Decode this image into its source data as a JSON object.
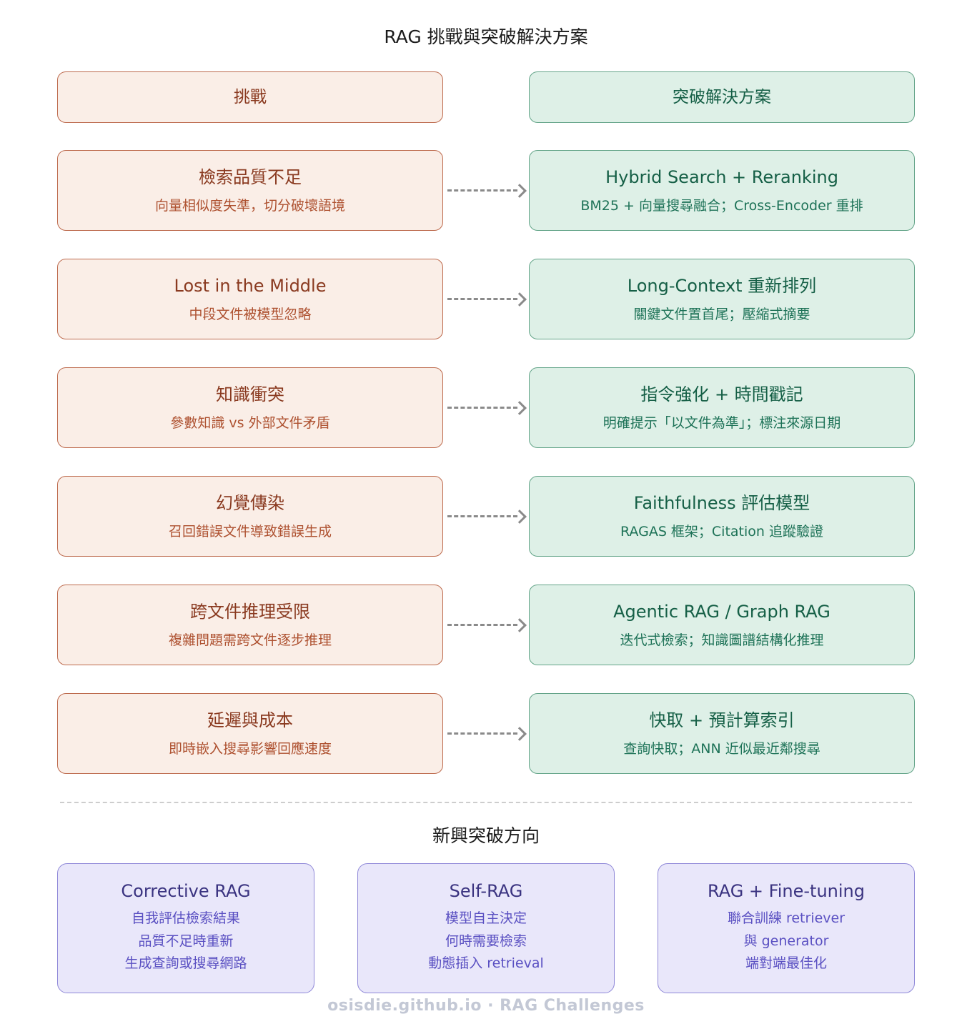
{
  "title": "RAG 挑戰與突破解決方案",
  "headers": {
    "challenge": "挑戰",
    "solution": "突破解決方案"
  },
  "rows": [
    {
      "challenge": {
        "title": "檢索品質不足",
        "subtitle": "向量相似度失準，切分破壞語境"
      },
      "solution": {
        "title": "Hybrid Search + Reranking",
        "subtitle": "BM25 + 向量搜尋融合；Cross-Encoder 重排"
      }
    },
    {
      "challenge": {
        "title": "Lost in the Middle",
        "subtitle": "中段文件被模型忽略"
      },
      "solution": {
        "title": "Long-Context 重新排列",
        "subtitle": "關鍵文件置首尾；壓縮式摘要"
      }
    },
    {
      "challenge": {
        "title": "知識衝突",
        "subtitle": "參數知識 vs 外部文件矛盾"
      },
      "solution": {
        "title": "指令強化 + 時間戳記",
        "subtitle": "明確提示「以文件為準」；標注來源日期"
      }
    },
    {
      "challenge": {
        "title": "幻覺傳染",
        "subtitle": "召回錯誤文件導致錯誤生成"
      },
      "solution": {
        "title": "Faithfulness 評估模型",
        "subtitle": "RAGAS 框架；Citation 追蹤驗證"
      }
    },
    {
      "challenge": {
        "title": "跨文件推理受限",
        "subtitle": "複雜問題需跨文件逐步推理"
      },
      "solution": {
        "title": "Agentic RAG / Graph RAG",
        "subtitle": "迭代式檢索；知識圖譜結構化推理"
      }
    },
    {
      "challenge": {
        "title": "延遲與成本",
        "subtitle": "即時嵌入搜尋影響回應速度"
      },
      "solution": {
        "title": "快取 + 預計算索引",
        "subtitle": "查詢快取；ANN 近似最近鄰搜尋"
      }
    }
  ],
  "emerging": {
    "title": "新興突破方向",
    "cards": [
      {
        "title": "Corrective RAG",
        "lines": [
          "自我評估檢索結果",
          "品質不足時重新",
          "生成查詢或搜尋網路"
        ]
      },
      {
        "title": "Self-RAG",
        "lines": [
          "模型自主決定",
          "何時需要檢索",
          "動態插入 retrieval"
        ]
      },
      {
        "title": "RAG + Fine-tuning",
        "lines": [
          "聯合訓練 retriever",
          "與 generator",
          "端對端最佳化"
        ]
      }
    ]
  },
  "footer": "osisdie.github.io · RAG Challenges",
  "colors": {
    "challenge_fill": "#faeee7",
    "challenge_border": "#bd6a4d",
    "challenge_title": "#8a3a20",
    "challenge_subtitle": "#ae5130",
    "solution_fill": "#def0e7",
    "solution_border": "#63a488",
    "solution_title": "#155f46",
    "solution_subtitle": "#1d7257",
    "emerging_fill": "#e9e7fa",
    "emerging_border": "#8f88d8",
    "emerging_title": "#3a3380",
    "emerging_body": "#5a50c2",
    "arrow": "#8a8a8a",
    "divider": "#cdcdcd",
    "footer_text": "#c3c8d5"
  }
}
